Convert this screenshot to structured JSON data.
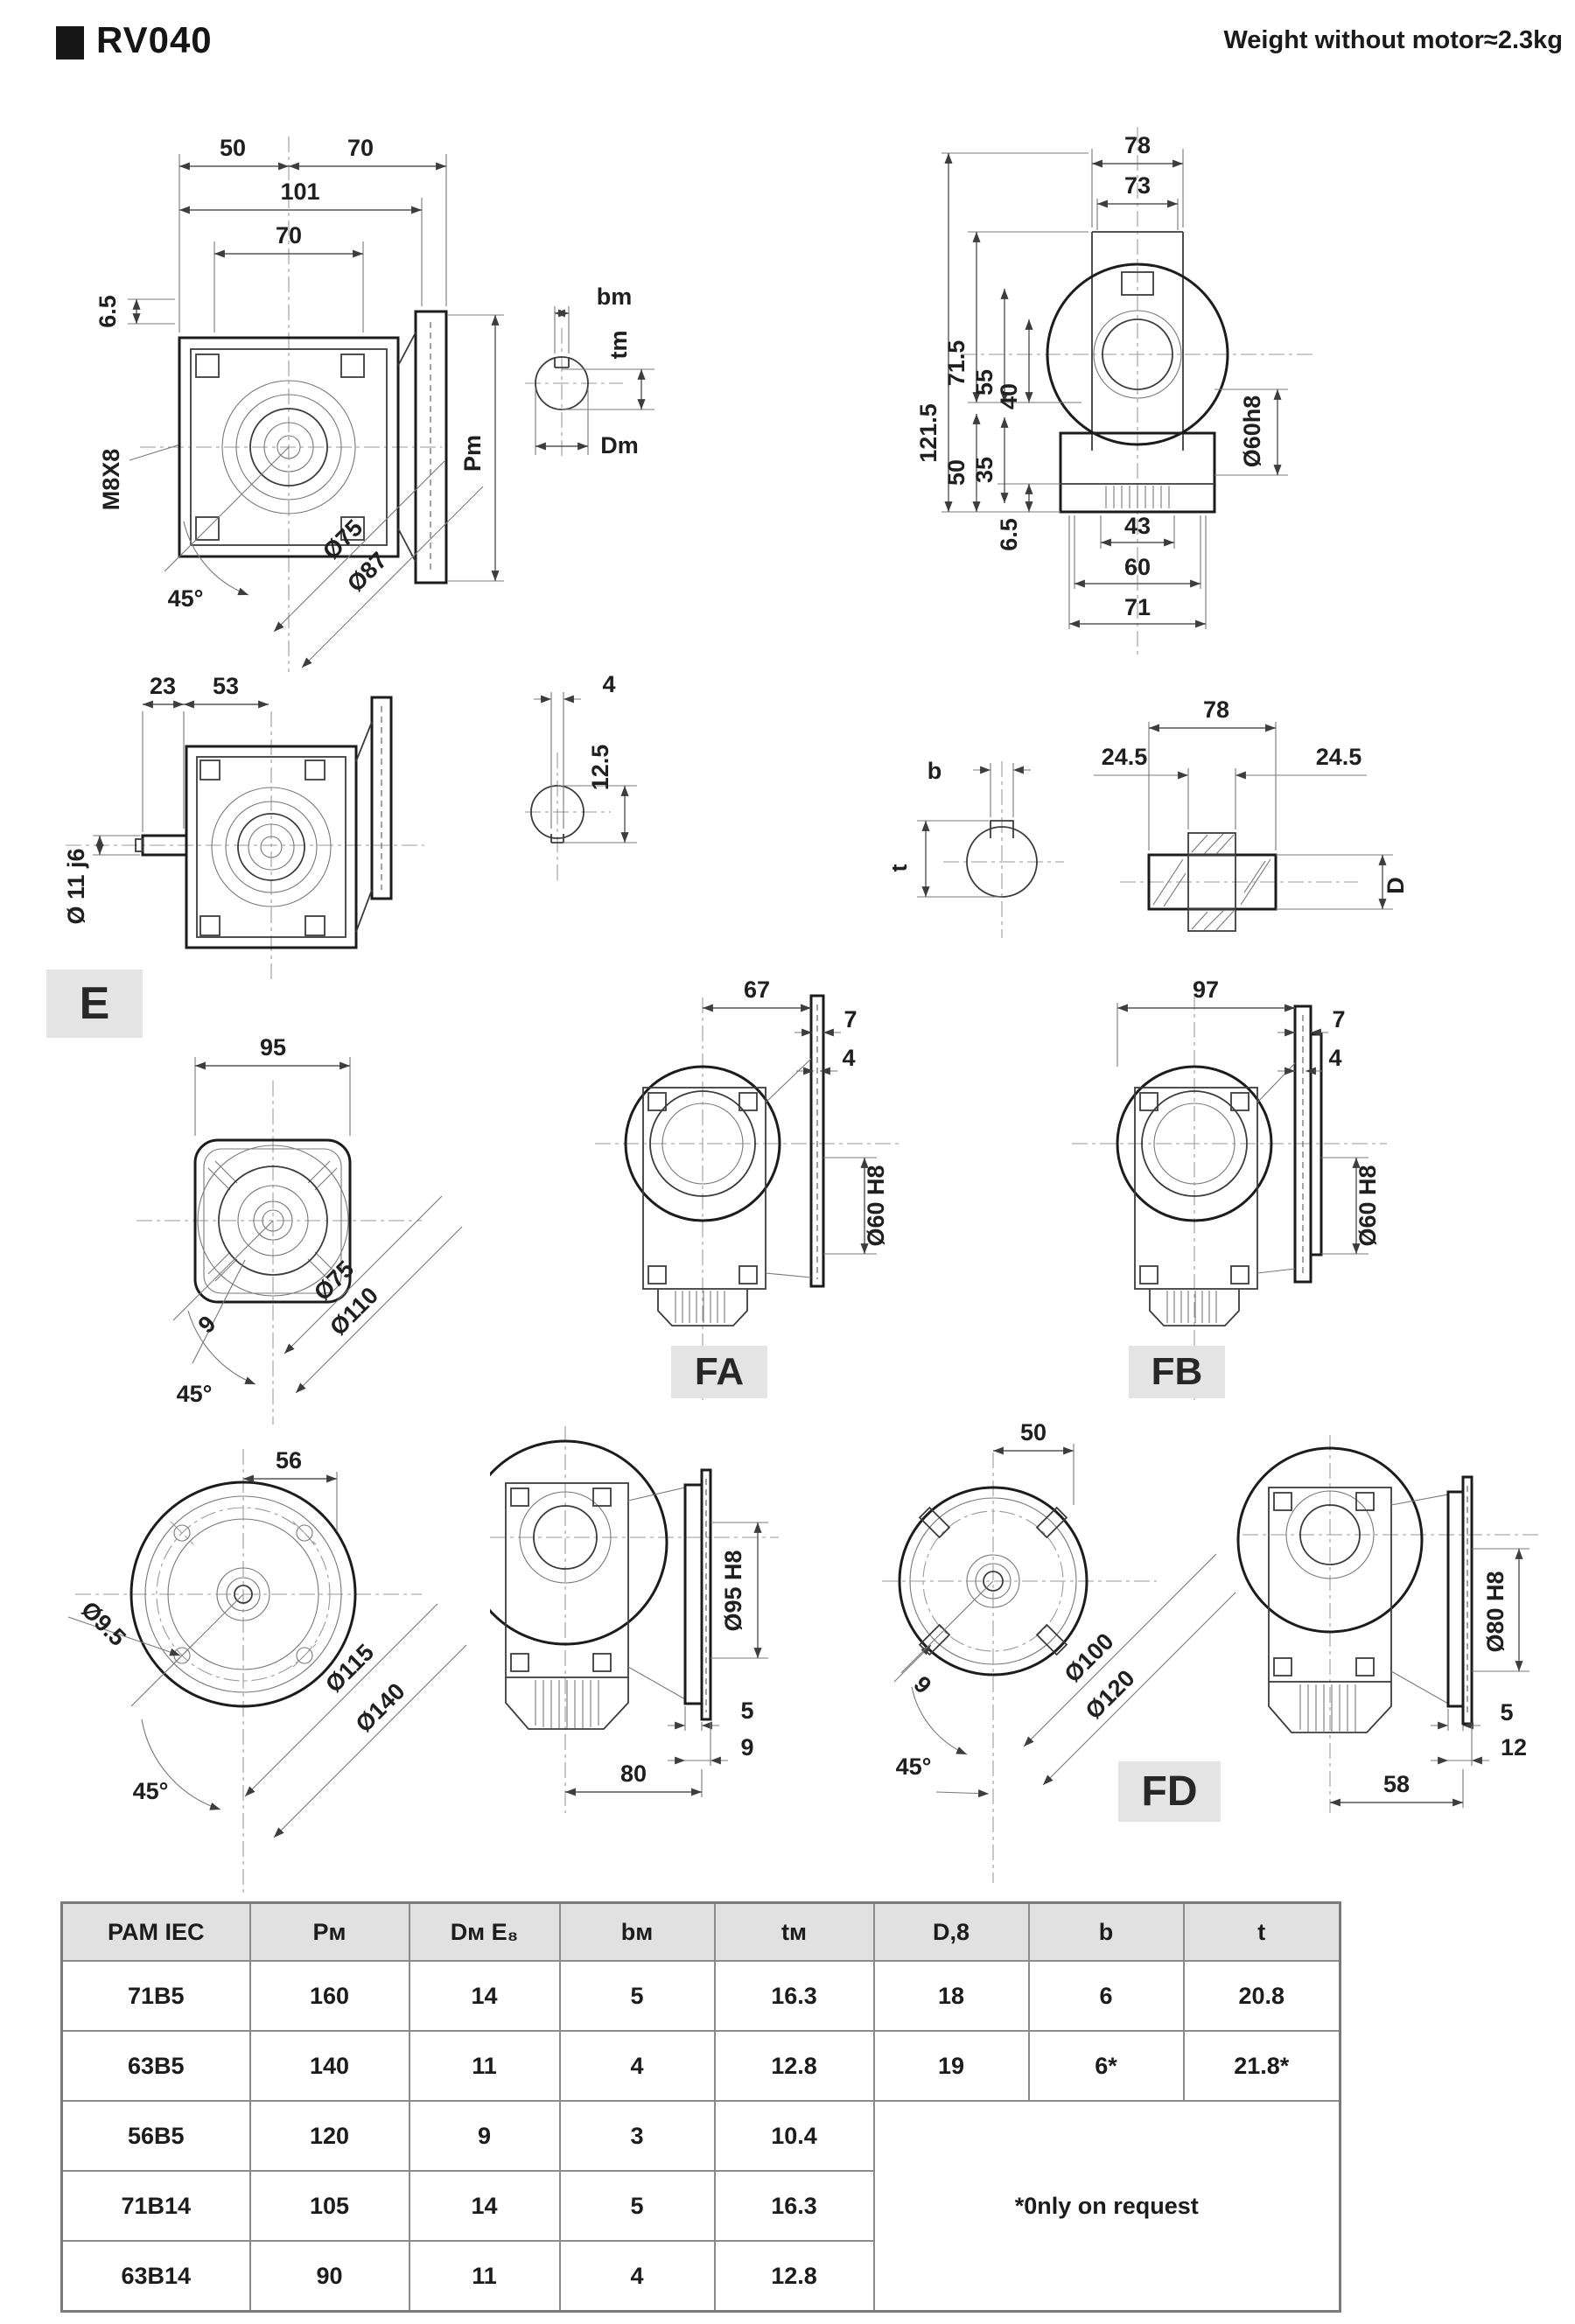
{
  "header": {
    "title": "RV040",
    "weight_note": "Weight without motor≈2.3kg"
  },
  "labels": {
    "e": "E",
    "fa": "FA",
    "fb": "FB",
    "fd": "FD"
  },
  "drawings": {
    "top_front": {
      "d50": "50",
      "d70a": "70",
      "d101": "101",
      "d70b": "70",
      "d65": "6.5",
      "thread": "M8X8",
      "pm": "Pm",
      "angle": "45°",
      "d75": "Ø75",
      "d87": "Ø87"
    },
    "motor_shaft": {
      "bm": "bm",
      "tm": "tm",
      "dm": "Dm"
    },
    "top_side": {
      "d78": "78",
      "d73": "73",
      "d121_5": "121.5",
      "d71_5": "71.5",
      "d55": "55",
      "d40": "40",
      "d50": "50",
      "d35": "35",
      "d6_5": "6.5",
      "bore": "Ø60h8",
      "d43": "43",
      "d60": "60",
      "d71": "71"
    },
    "input_side": {
      "d23": "23",
      "d53": "53",
      "shaft": "Ø 11 j6"
    },
    "input_key": {
      "d4": "4",
      "d12_5": "12.5"
    },
    "key_section": {
      "b": "b",
      "t": "t"
    },
    "hollow_shaft": {
      "d78": "78",
      "d24_5a": "24.5",
      "d24_5b": "24.5",
      "d": "D"
    },
    "e_flange": {
      "d95": "95",
      "d75": "Ø75",
      "d110": "Ø110",
      "d9": "9",
      "angle": "45°"
    },
    "fa_view": {
      "d67": "67",
      "d7": "7",
      "d4": "4",
      "bore": "Ø60 H8"
    },
    "fb_view": {
      "d97": "97",
      "d7": "7",
      "d4": "4",
      "bore": "Ø60 H8"
    },
    "fc_flange": {
      "d56": "56",
      "d9_5": "Ø9.5",
      "d115": "Ø115",
      "d140": "Ø140",
      "angle": "45°"
    },
    "fc_side": {
      "bore": "Ø95 H8",
      "d5": "5",
      "d9": "9",
      "d80": "80"
    },
    "fd_flange": {
      "d50": "50",
      "d100": "Ø100",
      "d120": "Ø120",
      "d9": "9",
      "angle": "45°"
    },
    "fd_side": {
      "bore": "Ø80 H8",
      "d5": "5",
      "d12": "12",
      "d58": "58"
    }
  },
  "table": {
    "headers": [
      "PAM IEC",
      "Pᴍ",
      "Dᴍ E₈",
      "bᴍ",
      "tᴍ",
      "D,8",
      "b",
      "t"
    ],
    "rows": [
      [
        "71B5",
        "160",
        "14",
        "5",
        "16.3",
        "18",
        "6",
        "20.8"
      ],
      [
        "63B5",
        "140",
        "11",
        "4",
        "12.8",
        "19",
        "6*",
        "21.8*"
      ],
      [
        "56B5",
        "120",
        "9",
        "3",
        "10.4"
      ],
      [
        "71B14",
        "105",
        "14",
        "5",
        "16.3"
      ],
      [
        "63B14",
        "90",
        "11",
        "4",
        "12.8"
      ]
    ],
    "note": "*0nly on request"
  }
}
